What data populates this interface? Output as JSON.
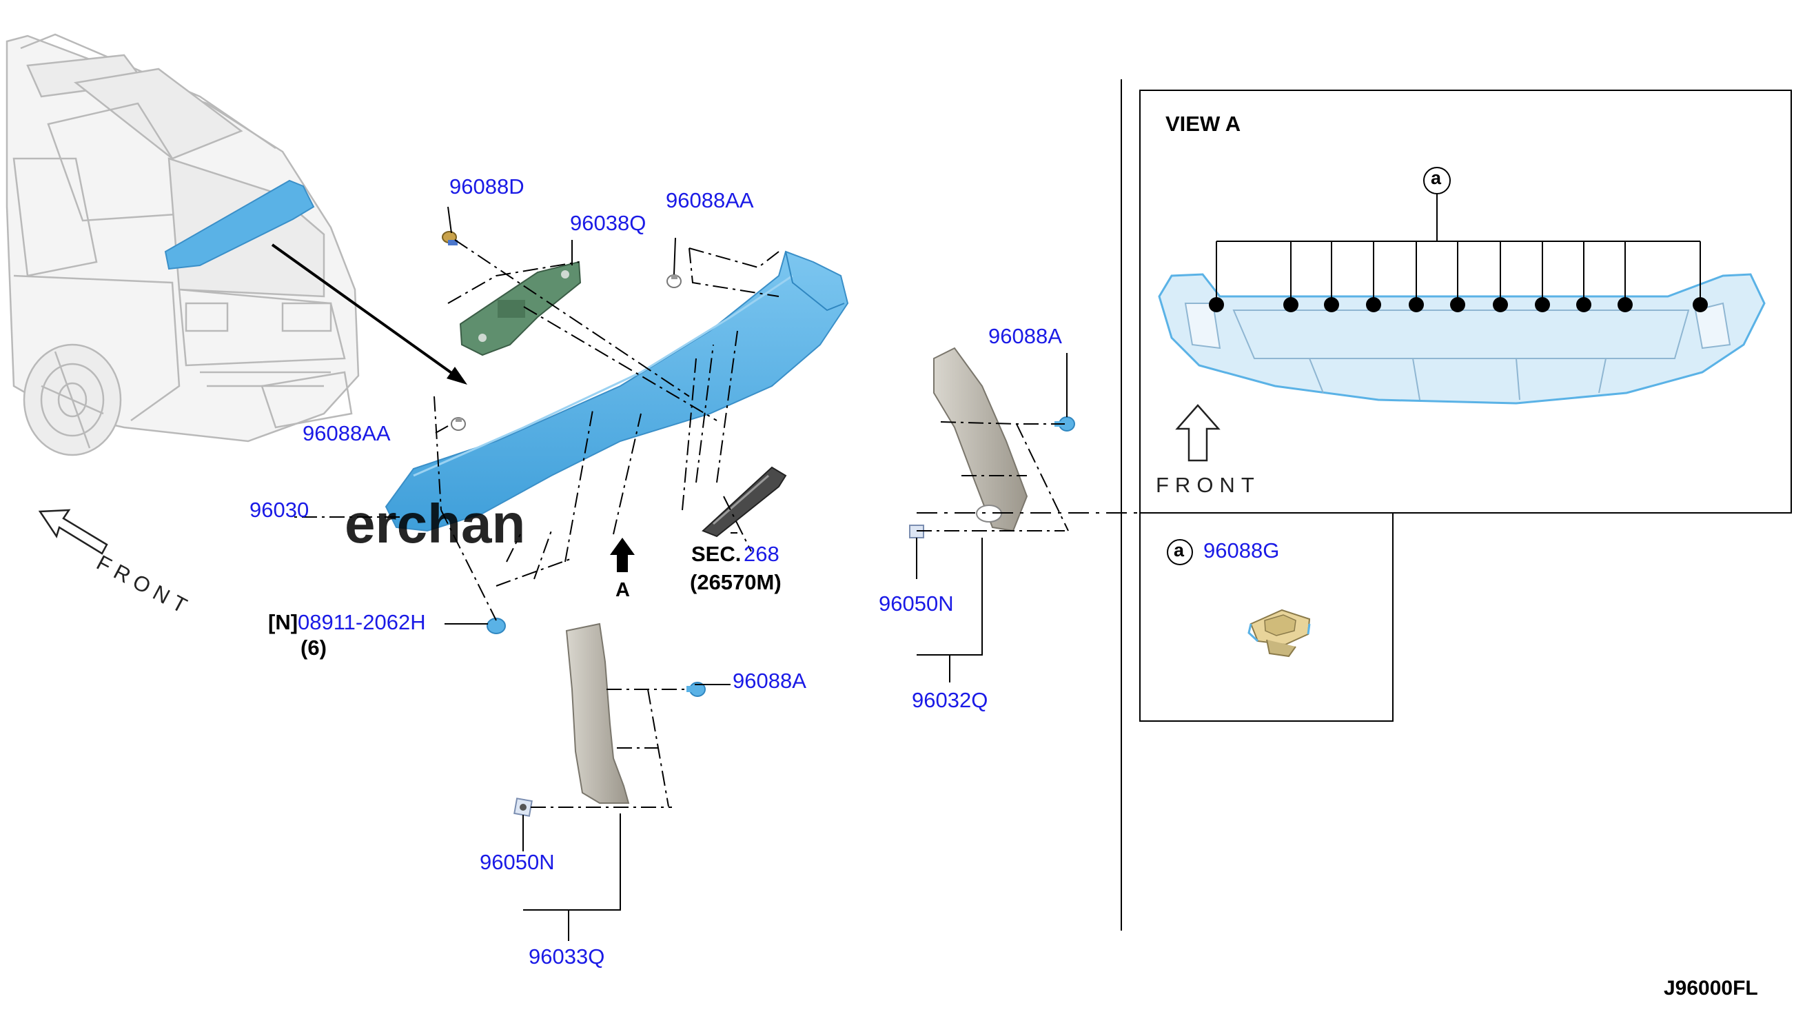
{
  "labels": {
    "p96088D": "96088D",
    "p96038Q": "96038Q",
    "p96088AA_top": "96088AA",
    "p96088AA_left": "96088AA",
    "p96030": "96030",
    "p96088A_right": "96088A",
    "p96088A_mid": "96088A",
    "p96050N_right": "96050N",
    "p96032Q": "96032Q",
    "p96050N_bottom": "96050N",
    "p96033Q": "96033Q",
    "n_prefix": "[N]",
    "p08911": "08911-2062H",
    "qty": "(6)",
    "sec_prefix": "SEC.",
    "sec_num": "268",
    "sec_part": "(26570M)",
    "view_marker": "A",
    "front_left": "FRONT",
    "front_view": "FRONT",
    "view_title": "VIEW A",
    "callout_a": "a",
    "callout_a2": "a",
    "p96088G": "96088G",
    "diagram_code": "J96000FL",
    "watermark": "erchan"
  },
  "colors": {
    "part_blue": "#5ab2e6",
    "label_blue": "#1a1ae6",
    "seal_grey": "#b7b2a6",
    "line": "#000000"
  }
}
